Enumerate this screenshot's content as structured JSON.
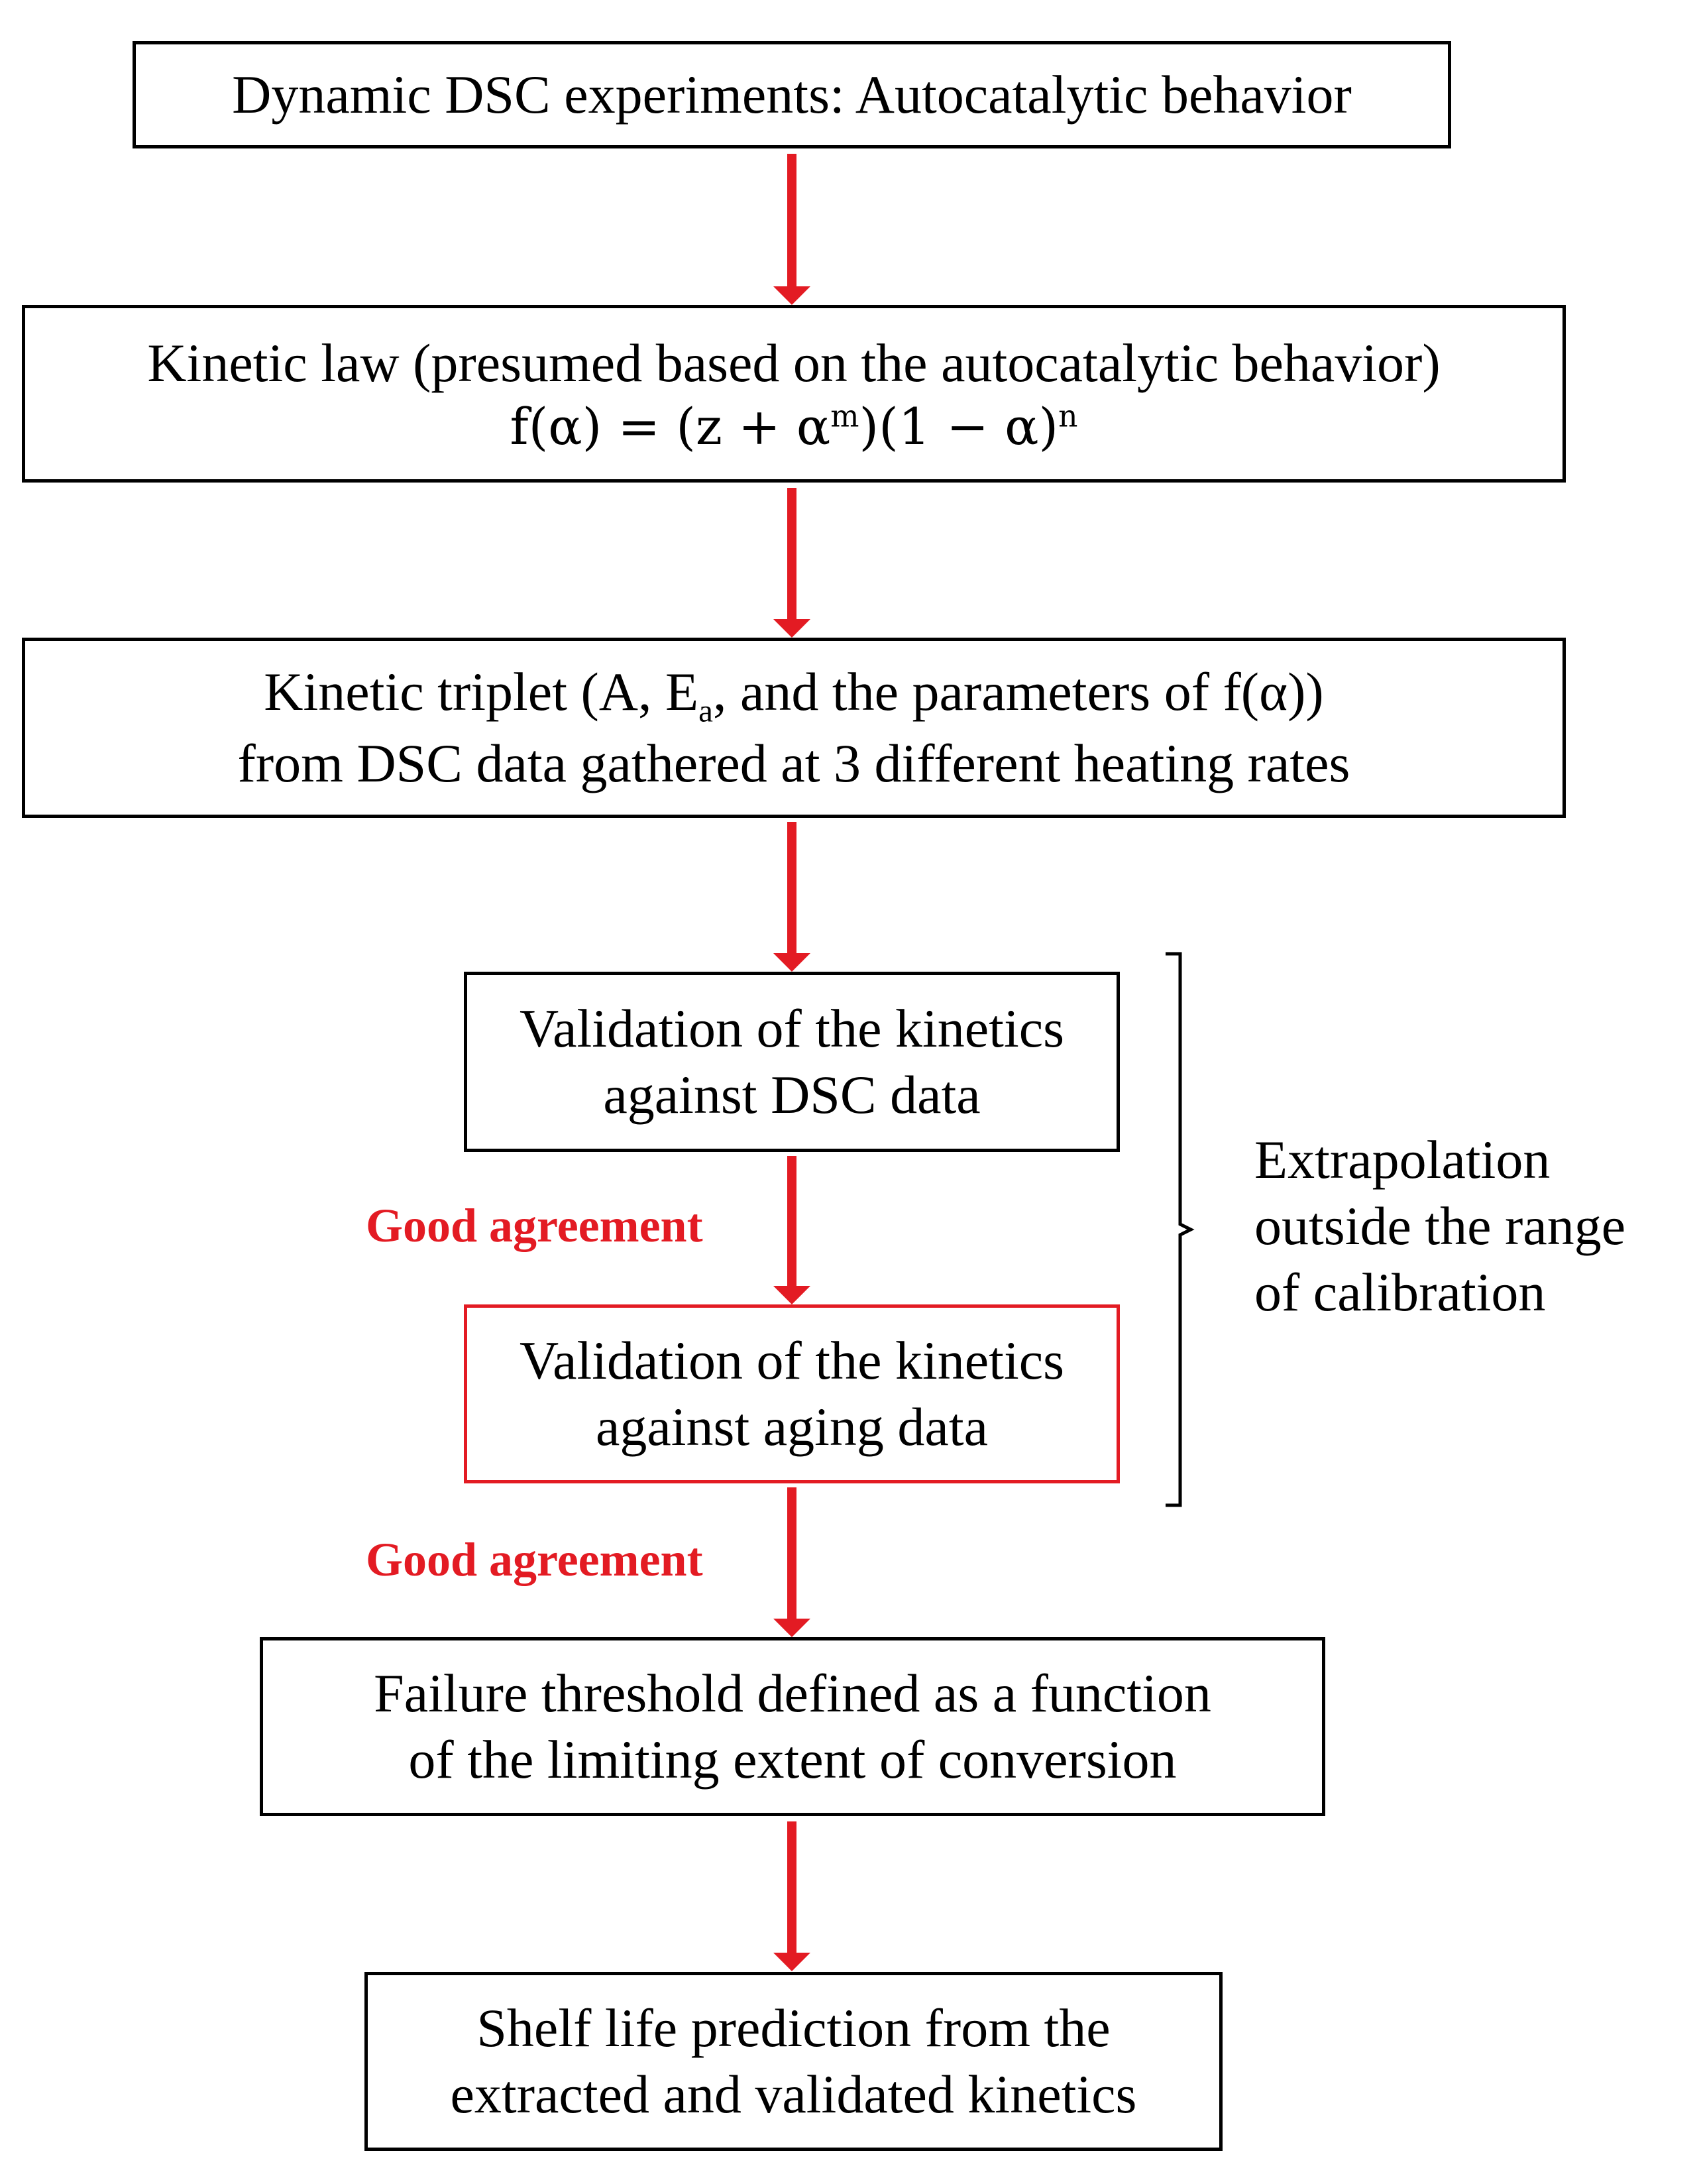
{
  "diagram": {
    "title_box": "Dynamic DSC experiments: Autocatalytic behavior",
    "kinetic_law": {
      "line1": "Kinetic law (presumed based on the autocatalytic behavior)",
      "formula_prefix": "f(α) = (z + α",
      "formula_sup_m": "m",
      "formula_mid": ")(1 − α)",
      "formula_sup_n": "n"
    },
    "triplet": {
      "line1_a": "Kinetic triplet (A, E",
      "line1_sub": "a",
      "line1_b": ", and the parameters of f(α))",
      "line2": "from DSC data gathered at 3 different heating rates"
    },
    "validation_dsc": {
      "line1": "Validation of the kinetics",
      "line2": "against DSC data"
    },
    "agreement_label_1": "Good agreement",
    "validation_aging": {
      "line1": "Validation of the kinetics",
      "line2": "against aging data"
    },
    "agreement_label_2": "Good agreement",
    "extrapolation": {
      "line1": "Extrapolation",
      "line2": "outside the range",
      "line3": "of calibration"
    },
    "failure_threshold": {
      "line1": "Failure threshold defined as a function",
      "line2": "of the limiting extent of conversion"
    },
    "shelf_life": {
      "line1": "Shelf life prediction from the",
      "line2": "extracted and validated kinetics"
    },
    "colors": {
      "arrow": "#e31b23",
      "highlight_border": "#e31b23",
      "agreement_text": "#e31b23",
      "border": "#000000"
    }
  }
}
